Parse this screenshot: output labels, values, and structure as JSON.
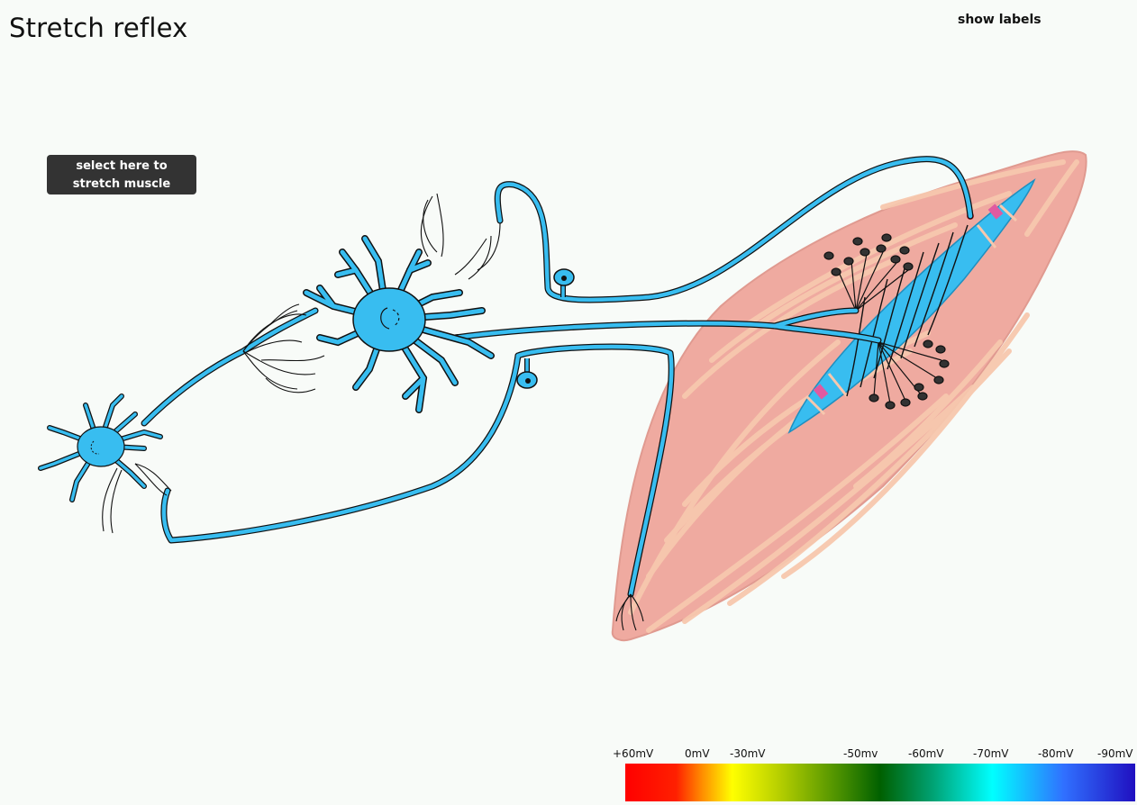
{
  "title": "Stretch reflex",
  "show_labels_label": "show labels",
  "stretch_button": {
    "line1": "select here to",
    "line2": "stretch muscle"
  },
  "voltage_scale": {
    "labels": [
      "+60mV",
      "0mV",
      "-30mV",
      "-50mv",
      "-60mV",
      "-70mV",
      "-80mV",
      "-90mV"
    ]
  },
  "colors": {
    "neuron": "#38bdf0",
    "muscle": "#efaaa0",
    "muscle_fibre": "#f7c8ae",
    "spindle": "#38bdf0",
    "background": "#f8fbf8"
  }
}
